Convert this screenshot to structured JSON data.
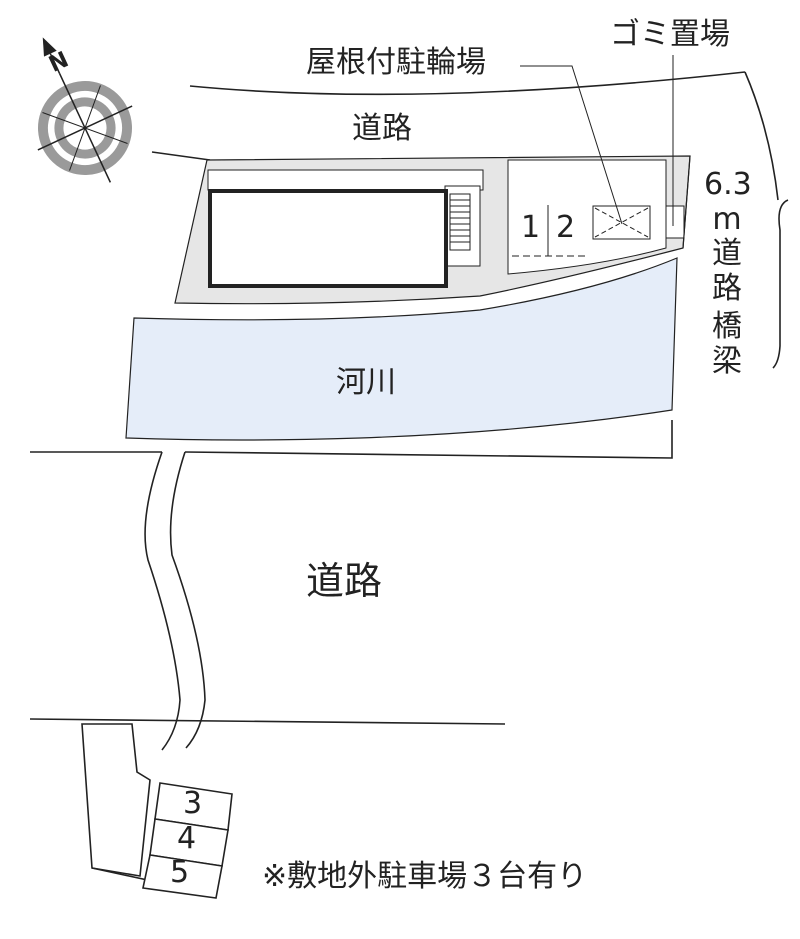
{
  "labels": {
    "road_north": "道路",
    "road_south": "道路",
    "river": "河川",
    "bike_parking": "屋根付駐輪場",
    "garbage": "ゴミ置場",
    "road_width": "6.3",
    "road_width_unit": "m",
    "road_side_a": "道",
    "road_side_b": "路",
    "bridge_a": "橋",
    "bridge_b": "梁",
    "note": "※敷地外駐車場３台有り"
  },
  "compass": {
    "north_letter": "N"
  },
  "parking_onsite": [
    "1",
    "2"
  ],
  "parking_offsite": [
    "3",
    "4",
    "5"
  ],
  "colors": {
    "site": "#e6e6e6",
    "river": "#e5edf9",
    "line": "#222222",
    "compass_ring": "#9a9a9a"
  }
}
